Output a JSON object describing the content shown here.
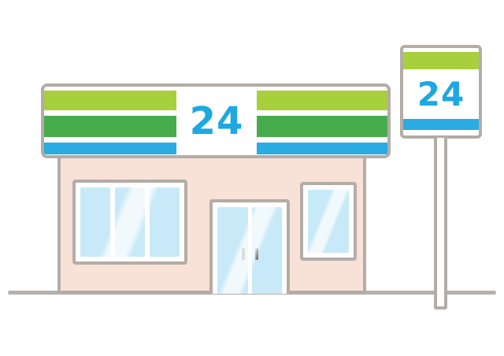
{
  "illustration": {
    "description": "Hand-drawn style illustration of a 24-hour convenience store with a striped sign band and a roadside pole sign",
    "store_sign": {
      "hours_text": "24"
    },
    "pole_sign": {
      "hours_text": "24"
    },
    "colors": {
      "stripe_light_green": "#a8cf3c",
      "stripe_green": "#47ad4c",
      "stripe_blue": "#2aabe2",
      "number_blue": "#1fa8e0",
      "facade_pink": "#f8e1d6",
      "window_blue": "#c8e9f8",
      "outline_gray": "#b3aca7",
      "handle_gray": "#6f6f6f",
      "background": "#ffffff"
    }
  }
}
